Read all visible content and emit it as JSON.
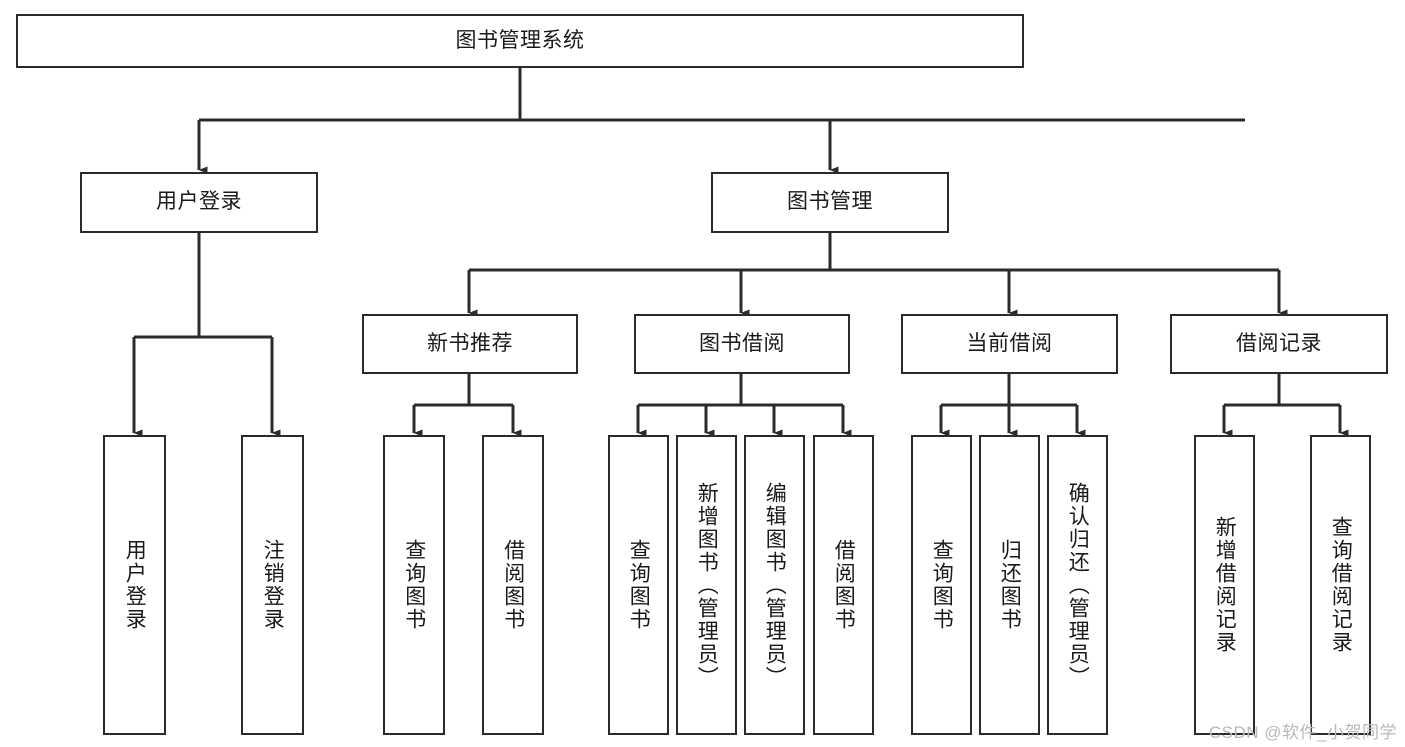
{
  "diagram": {
    "title": "图书管理系统",
    "type": "tree",
    "stroke_color": "#2b2b2b",
    "fill_color": "#ffffff",
    "text_color": "#1a1a1a",
    "root": {
      "label": "图书管理系统"
    },
    "level2": [
      {
        "label": "用户登录"
      },
      {
        "label": "图书管理"
      }
    ],
    "level3": [
      {
        "label": "新书推荐"
      },
      {
        "label": "图书借阅"
      },
      {
        "label": "当前借阅"
      },
      {
        "label": "借阅记录"
      }
    ],
    "leaves": {
      "user_login": [
        {
          "label": "用户登录"
        },
        {
          "label": "注销登录"
        }
      ],
      "new_book_recommend": [
        {
          "label": "查询图书"
        },
        {
          "label": "借阅图书"
        }
      ],
      "book_borrow": [
        {
          "label": "查询图书"
        },
        {
          "label": "新增图书（管理员）"
        },
        {
          "label": "编辑图书（管理员）"
        },
        {
          "label": "借阅图书"
        }
      ],
      "current_borrow": [
        {
          "label": "查询图书"
        },
        {
          "label": "归还图书"
        },
        {
          "label": "确认归还（管理员）"
        }
      ],
      "borrow_record": [
        {
          "label": "新增借阅记录"
        },
        {
          "label": "查询借阅记录"
        }
      ]
    }
  },
  "watermark": {
    "text": "CSDN @软件_小贺同学"
  }
}
